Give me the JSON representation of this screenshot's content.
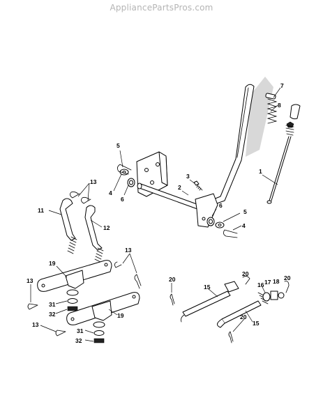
{
  "watermark": "AppliancePartsPros.com",
  "callouts": [
    {
      "id": "c1",
      "text": "1"
    },
    {
      "id": "c2",
      "text": "2"
    },
    {
      "id": "c3",
      "text": "3"
    },
    {
      "id": "c4a",
      "text": "4"
    },
    {
      "id": "c4b",
      "text": "4"
    },
    {
      "id": "c5a",
      "text": "5"
    },
    {
      "id": "c5b",
      "text": "5"
    },
    {
      "id": "c6a",
      "text": "6"
    },
    {
      "id": "c6b",
      "text": "6"
    },
    {
      "id": "c7",
      "text": "7"
    },
    {
      "id": "c8",
      "text": "8"
    },
    {
      "id": "c11",
      "text": "11"
    },
    {
      "id": "c12",
      "text": "12"
    },
    {
      "id": "c13a",
      "text": "13"
    },
    {
      "id": "c13b",
      "text": "13"
    },
    {
      "id": "c13c",
      "text": "13"
    },
    {
      "id": "c13d",
      "text": "13"
    },
    {
      "id": "c15a",
      "text": "15"
    },
    {
      "id": "c15b",
      "text": "15"
    },
    {
      "id": "c16",
      "text": "16"
    },
    {
      "id": "c17",
      "text": "17"
    },
    {
      "id": "c18",
      "text": "18"
    },
    {
      "id": "c19a",
      "text": "19"
    },
    {
      "id": "c19b",
      "text": "19"
    },
    {
      "id": "c20a",
      "text": "20"
    },
    {
      "id": "c20b",
      "text": "20"
    },
    {
      "id": "c20c",
      "text": "20"
    },
    {
      "id": "c20d",
      "text": "20"
    },
    {
      "id": "c31a",
      "text": "31"
    },
    {
      "id": "c31b",
      "text": "31"
    },
    {
      "id": "c32a",
      "text": "32"
    },
    {
      "id": "c32b",
      "text": "32"
    }
  ]
}
